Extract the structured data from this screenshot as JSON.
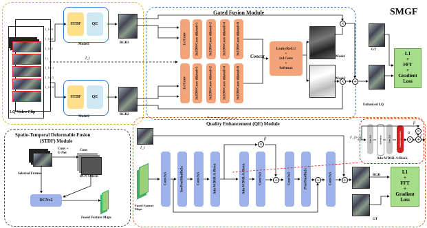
{
  "title": "SMGF",
  "lq_clip": {
    "label": "LQ Video Clip",
    "frame_labels": [
      "I_{t-3}",
      "I_{t-2}",
      "I_{t-1}",
      "I_t",
      "I_{t+1}",
      "I_{t+2}",
      "I_{t+3}"
    ],
    "current_frame_label": "I_t"
  },
  "model1": {
    "label": "Model1",
    "stdf": "STDF",
    "qe": "QE",
    "output": "RGB1"
  },
  "model2": {
    "label": "Model2",
    "stdf": "STDF",
    "qe": "QE",
    "output": "RGB2"
  },
  "gated_fusion": {
    "title": "Gated Fusion Module",
    "upper_convs": [
      "1x1Conv",
      "3x3DWConv dilated=1",
      "3x3DWConv dilated=2",
      "3x3DWConv dilated=4",
      "3x3DWConv dilated=8"
    ],
    "lower_convs": [
      "1x1Conv",
      "3x3DWConv dilated=1",
      "3x3DWConv dilated=2",
      "3x3DWConv dilated=4",
      "3x3DWConv dilated=8"
    ],
    "concat": "Concat",
    "head": [
      "LeakyReLU",
      "+",
      "1x1Conv",
      "+",
      "Softmax"
    ],
    "mask1": "Mask1",
    "mask2": "Mask2",
    "gt": "GT",
    "enhanced": "Enhanced LQ",
    "loss": [
      "L1",
      "+",
      "FFT",
      "+",
      "Gradient",
      "Loss"
    ]
  },
  "stdf_module": {
    "title_line1": "Spatio-Temporal Deformable Fusion",
    "title_line2": "(STDF) Module",
    "selected_frames": "Selected Frames",
    "conv_unet": "Conv +\nU-Net",
    "conv": "Conv",
    "dcn_offsets": "DCN Offsets",
    "dcnv2": "DCNv2",
    "fused_maps": "Fused Feature Maps"
  },
  "qe_module": {
    "title": "Quality Enhancement (QE) Module",
    "input_label": "I_t",
    "fused_maps": "Fused Feature Maps",
    "blocks": [
      "Conv3x3",
      "InvPixelShuffle2x",
      "Conv3x3",
      "Ada-WDSR-A-Block",
      "Ada-WDSR-A-Block",
      "Conv3x3",
      "Conv3x3",
      "PixelShuffle2x",
      "Conv3x3"
    ],
    "beta": "β",
    "rgb": "RGB",
    "gt": "GT",
    "loss": [
      "L1",
      "+",
      "FFT",
      "+",
      "Gradient",
      "Loss"
    ]
  },
  "ada_block": {
    "label": "Ada-WDSR-A-Block",
    "in_label": "F_{b-1}",
    "out_label": "F",
    "alpha": "α",
    "beta": "β",
    "inner": [
      "Conv 3x3",
      "Activation",
      "Conv 3x3",
      "Channel Attention"
    ]
  }
}
